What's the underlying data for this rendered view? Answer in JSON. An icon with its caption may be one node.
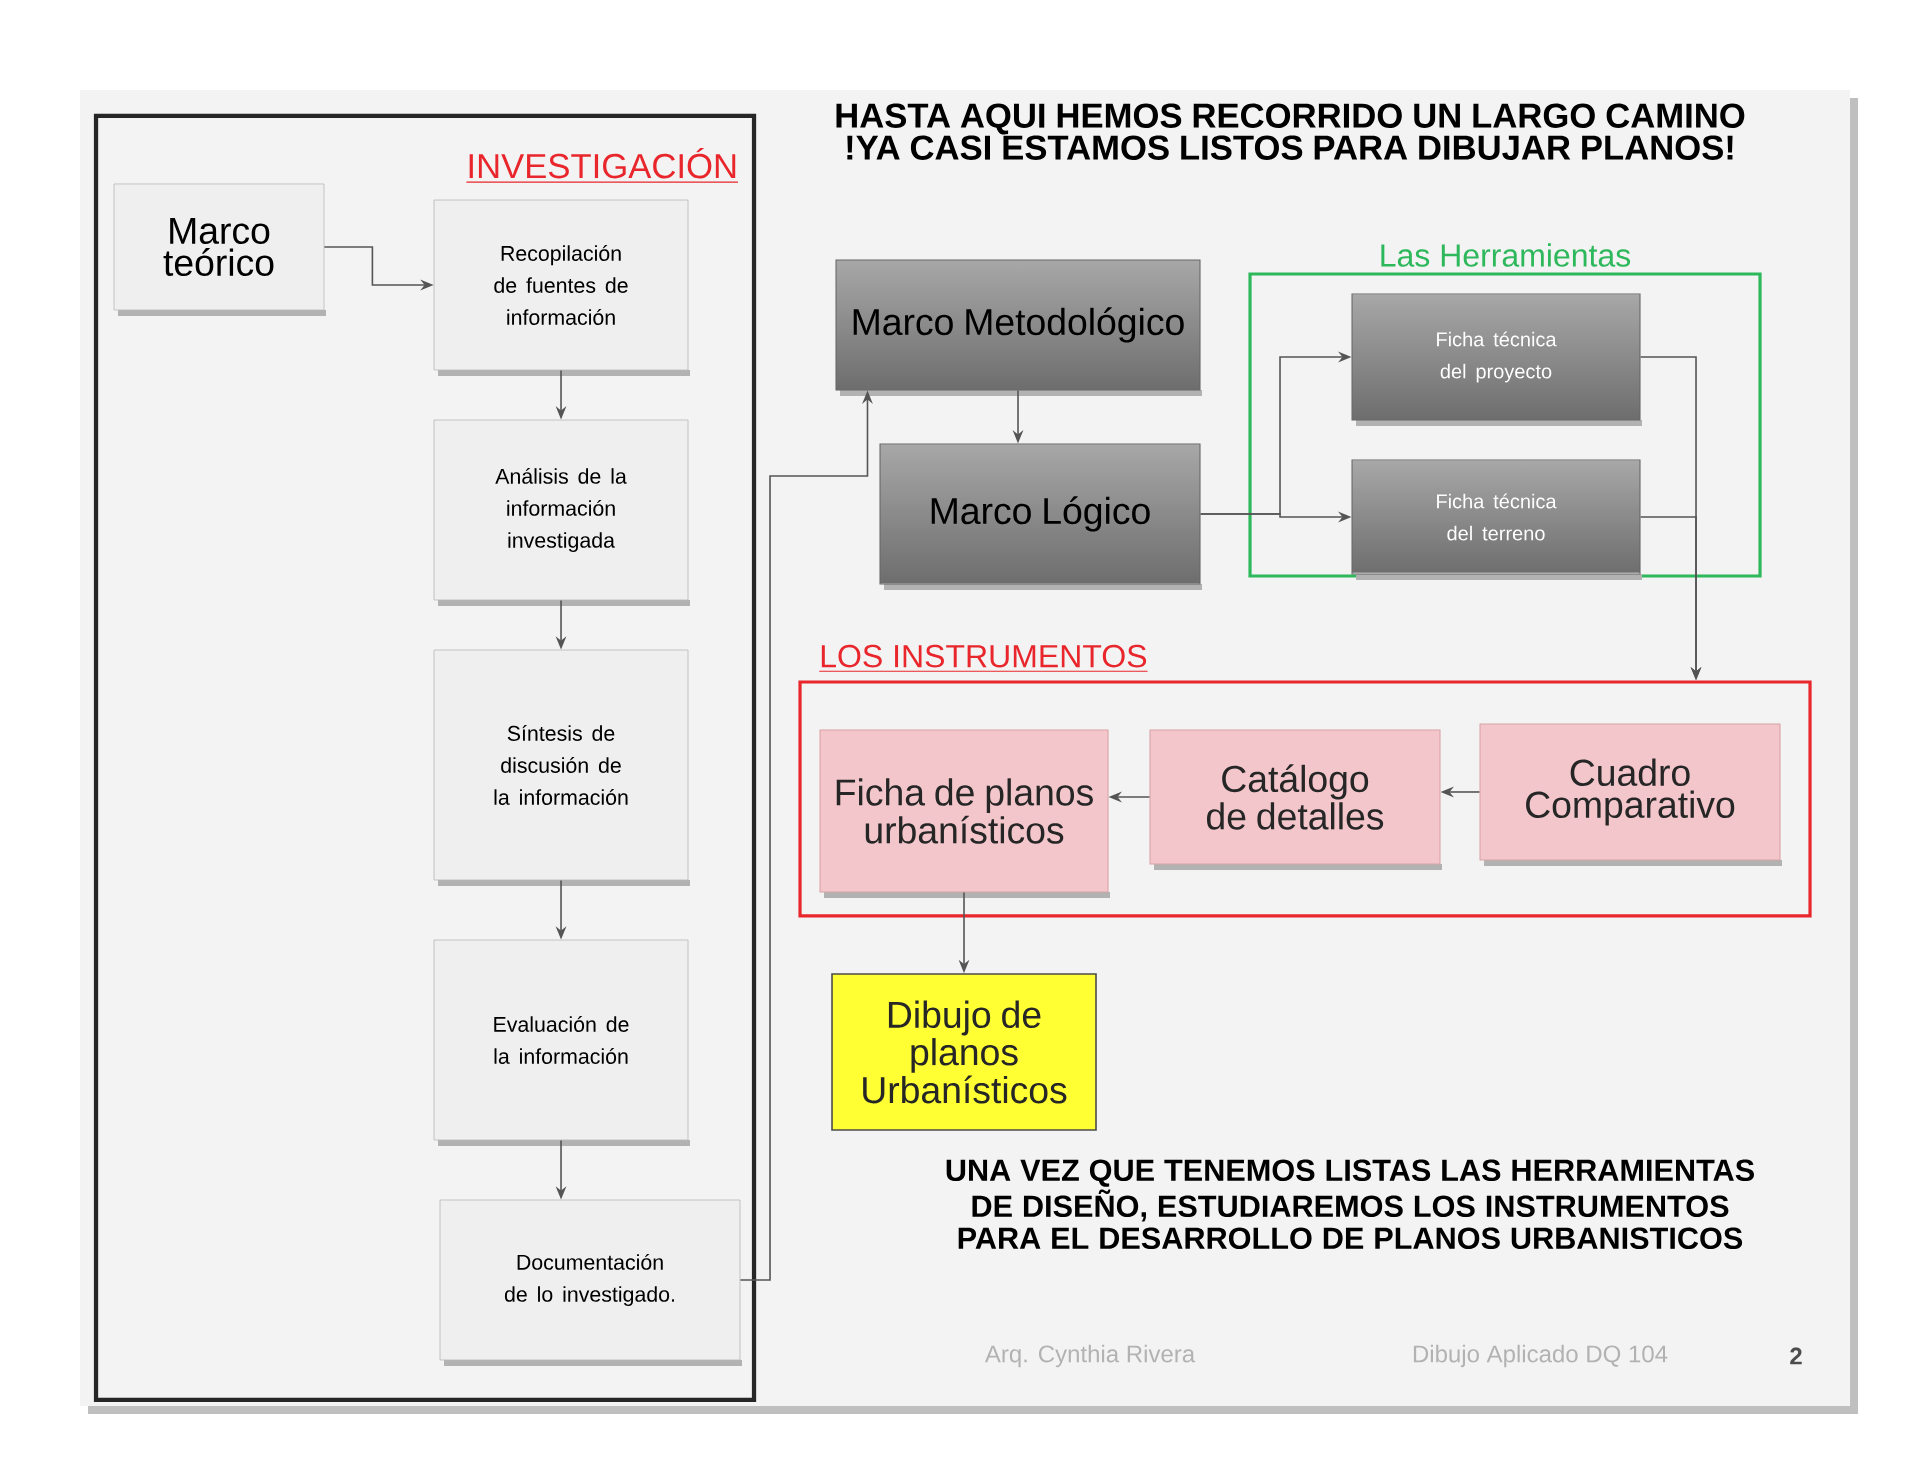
{
  "diagram": {
    "title": "HASTA AQUI HEMOS RECORRIDO UN LARGO CAMINO !YA CASI ESTAMOS LISTOS PARA DIBUJAR PLANOS!",
    "caption": "UNA VEZ QUE TENEMOS LISTAS LAS HERRAMIENTAS DE DISEÑO, ESTUDIAREMOS LOS INSTRUMENTOS PARA EL DESARROLLO DE PLANOS URBANISTICOS",
    "nodes": [
      {
        "text": [
          "INVESTIGACIÓN"
        ]
      },
      {
        "text": [
          "Marco teórico"
        ],
        "in": 0
      },
      {
        "text": [
          "Recopilación de fuentes de información"
        ],
        "in": 0
      },
      {
        "text": [
          "Análisis de la información investigada"
        ],
        "in": 0
      },
      {
        "text": [
          "Síntesis de discusión de la información"
        ],
        "in": 0
      },
      {
        "text": [
          "Evaluación de la información"
        ],
        "in": 0
      },
      {
        "text": [
          "Documentación de lo investigado."
        ],
        "in": 0
      },
      {
        "text": [
          "Marco Metodológico"
        ]
      },
      {
        "text": [
          "Marco Lógico"
        ]
      },
      {
        "text": [
          "Las Herramientas"
        ]
      },
      {
        "text": [
          "Ficha técnica del proyecto"
        ],
        "in": 9
      },
      {
        "text": [
          "Ficha técnica del terreno"
        ],
        "in": 9
      },
      {
        "text": [
          "LOS INSTRUMENTOS"
        ]
      },
      {
        "text": [
          "Ficha de planos urbanísticos"
        ],
        "in": 12
      },
      {
        "text": [
          "Catálogo de detalles"
        ],
        "in": 12
      },
      {
        "text": [
          "Cuadro Comparativo"
        ],
        "in": 12
      },
      {
        "text": [
          "Dibujo de planos Urbanísticos"
        ]
      }
    ],
    "edges": [
      {
        "from": 1,
        "to": 2,
        "arrow": "to"
      },
      {
        "from": 2,
        "to": 3,
        "arrow": "to"
      },
      {
        "from": 3,
        "to": 4,
        "arrow": "to"
      },
      {
        "from": 4,
        "to": 5,
        "arrow": "to"
      },
      {
        "from": 5,
        "to": 6,
        "arrow": "to"
      },
      {
        "from": 6,
        "to": 7,
        "arrow": "to"
      },
      {
        "from": 7,
        "to": 8,
        "arrow": "to"
      },
      {
        "from": 8,
        "to": 10,
        "arrow": "to"
      },
      {
        "from": 8,
        "to": 11,
        "arrow": "to"
      },
      {
        "from": 10,
        "to": 12,
        "arrow": "to"
      },
      {
        "from": 11,
        "to": 12,
        "arrow": "to"
      },
      {
        "from": 15,
        "to": 14,
        "arrow": "to"
      },
      {
        "from": 14,
        "to": 13,
        "arrow": "to"
      },
      {
        "from": 13,
        "to": 16,
        "arrow": "to"
      }
    ],
    "labels": [
      "Arq. Cynthia Rivera",
      "Dibujo Aplicado DQ 104",
      "2"
    ]
  }
}
